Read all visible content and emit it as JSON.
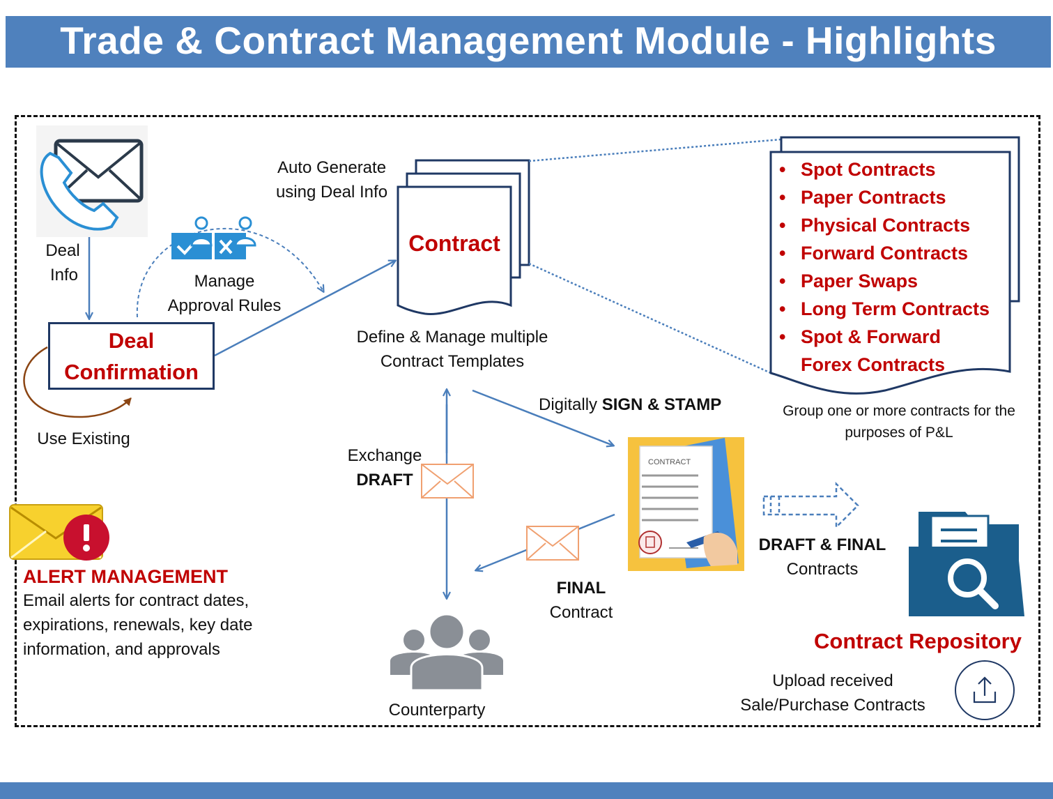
{
  "title": "Trade & Contract Management Module - Highlights",
  "colors": {
    "banner": "#4f81bd",
    "accent_red": "#c00000",
    "arrow_blue": "#4a7ebb",
    "dark_navy": "#1f3864",
    "repository_blue": "#1b5e8c"
  },
  "deal_info": {
    "label_line1": "Deal",
    "label_line2": "Info",
    "icon": "envelope-phone-icon"
  },
  "deal_confirmation": {
    "line1": "Deal",
    "line2": "Confirmation"
  },
  "use_existing": "Use Existing",
  "approval": {
    "line1": "Manage",
    "line2": "Approval Rules",
    "icon": "approval-users-icon"
  },
  "auto_generate": {
    "line1": "Auto Generate",
    "line2": "using Deal Info"
  },
  "contract": {
    "label": "Contract"
  },
  "templates": {
    "line1": "Define & Manage multiple",
    "line2": "Contract Templates"
  },
  "contract_types": {
    "bullet": "•",
    "items": [
      "Spot Contracts",
      "Paper Contracts",
      "Physical Contracts",
      "Forward Contracts",
      "Paper Swaps",
      "Long Term Contracts",
      "Spot & Forward",
      "Forex Contracts"
    ]
  },
  "group_note": {
    "line1": "Group one or more contracts for the",
    "line2": "purposes of P&L"
  },
  "sign": {
    "prefix": "Digitally ",
    "bold": "SIGN & STAMP"
  },
  "contract_doc": {
    "header": "CONTRACT",
    "icon": "signed-contract-icon"
  },
  "exchange": {
    "line1": "Exchange",
    "line2": "DRAFT"
  },
  "final": {
    "line1": "FINAL",
    "line2": "Contract"
  },
  "draft_final": {
    "line1": "DRAFT & FINAL",
    "line2": "Contracts"
  },
  "repository": {
    "title": "Contract Repository",
    "icon": "folder-search-icon"
  },
  "upload": {
    "line1": "Upload received",
    "line2": "Sale/Purchase Contracts",
    "icon": "upload-icon"
  },
  "counterparty": {
    "label": "Counterparty",
    "icon": "people-group-icon"
  },
  "alert": {
    "icon": "alert-envelope-icon",
    "title": "ALERT MANAGEMENT",
    "line1": "Email alerts for contract dates,",
    "line2": "expirations, renewals, key date",
    "line3": "information, and approvals"
  }
}
